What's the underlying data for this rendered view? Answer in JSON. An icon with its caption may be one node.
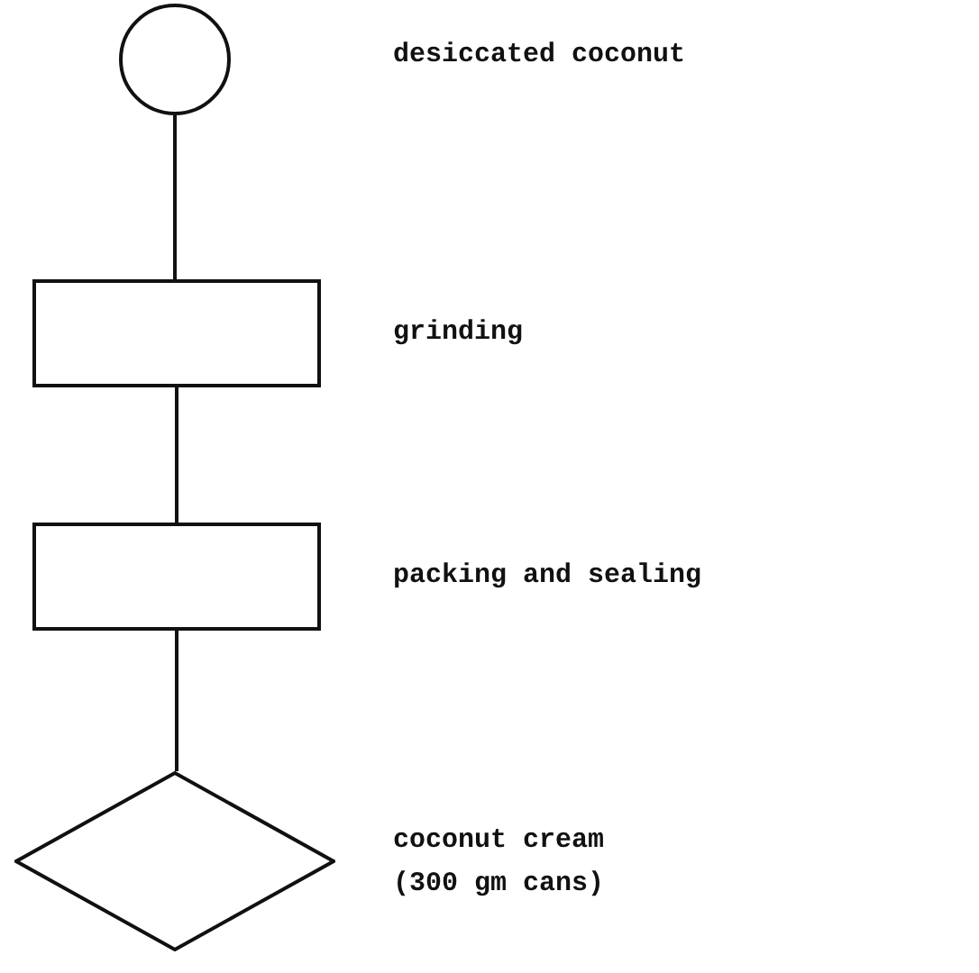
{
  "diagram": {
    "nodes": [
      {
        "text": [],
        "shape": "circle"
      },
      {
        "text": [],
        "shape": "box",
        "beside": [
          "grinding"
        ]
      },
      {
        "text": [],
        "shape": "box",
        "beside": [
          "packing and sealing"
        ]
      },
      {
        "text": [],
        "shape": "diamond",
        "beside": [
          "coconut cream (300 gm cans)"
        ]
      }
    ],
    "edges": [
      {
        "from": 0,
        "to": 1,
        "arrow": "none"
      },
      {
        "from": 1,
        "to": 2,
        "arrow": "none"
      },
      {
        "from": 2,
        "to": 3,
        "arrow": "none"
      }
    ],
    "labels": [
      "desiccated coconut"
    ]
  }
}
